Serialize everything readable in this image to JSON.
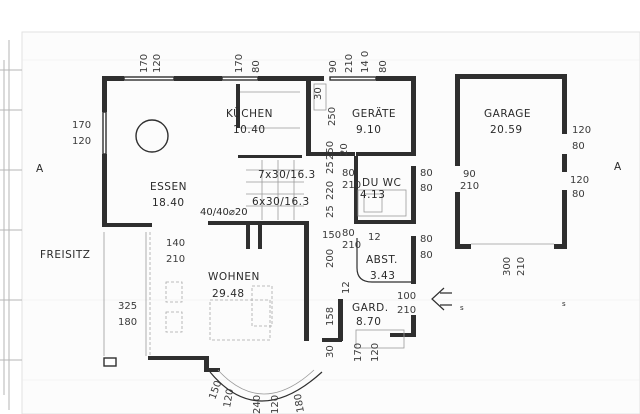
{
  "plan": {
    "rooms": {
      "kuechen": {
        "name": "KÜCHEN",
        "area": "10.40"
      },
      "geraete": {
        "name": "GERÄTE",
        "area": "9.10"
      },
      "garage": {
        "name": "GARAGE",
        "area": "20.59"
      },
      "essen": {
        "name": "ESSEN",
        "area": "18.40"
      },
      "du_wc": {
        "name": "DU WC",
        "area": "4.13"
      },
      "wohnen": {
        "name": "WOHNEN",
        "area": "29.48"
      },
      "abst": {
        "name": "ABST.",
        "area": "3.43"
      },
      "gard": {
        "name": "GARD.",
        "area": "8.70"
      },
      "freisitz": {
        "name": "FREISITZ"
      }
    },
    "section_marks": {
      "left": "A",
      "right": "A"
    },
    "stairs": {
      "upper": "7x30/16.3",
      "lower": "6x30/16.3"
    },
    "column_note": "40/40⌀20",
    "dimensions": {
      "top_1_a": "170",
      "top_1_b": "120",
      "top_2_a": "170",
      "top_2_b": "80",
      "top_3_a": "90",
      "top_3_b": "210",
      "top_4_a": "14 0",
      "top_4_b": "80",
      "left_win_a": "170",
      "left_win_b": "120",
      "geraete_w": "250",
      "kue_30": "30",
      "mid_25": "25",
      "mid_250": "250",
      "mid_20": "20",
      "mid_220": "220",
      "mid_25b": "25",
      "mid_150": "150",
      "mid_200": "200",
      "mid_12": "12",
      "mid_158": "158",
      "wc_80a": "80",
      "wc_210a": "210",
      "wc_80r1": "80",
      "wc_80r2": "80",
      "abst_12": "12",
      "abst_80": "80",
      "abst_210": "210",
      "abst_r80a": "80",
      "abst_r80b": "80",
      "garage_l_a": "90",
      "garage_l_b": "210",
      "garage_r1_a": "120",
      "garage_r1_b": "80",
      "garage_r2_a": "120",
      "garage_r2_b": "80",
      "garage_door_a": "300",
      "garage_door_b": "210",
      "wohnen_140": "140",
      "wohnen_210": "210",
      "freisitz_325": "325",
      "freisitz_180": "180",
      "gard_100": "100",
      "gard_210": "210",
      "bot_30": "30",
      "bot_170": "170",
      "bot_120": "120",
      "bay_1": "150",
      "bay_2": "120",
      "bay_3": "240",
      "bay_4": "120",
      "bay_5": "180"
    },
    "entrance_marker": "s",
    "garage_marker": "s"
  }
}
